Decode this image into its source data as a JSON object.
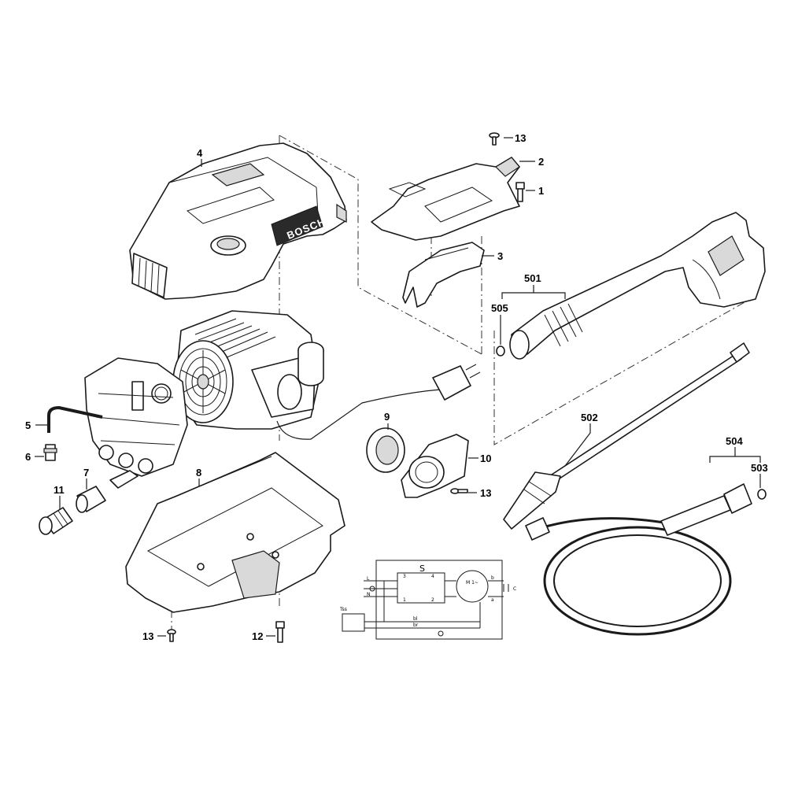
{
  "brand_text": "BOSCH",
  "callouts": [
    {
      "id": "c1",
      "label": "1"
    },
    {
      "id": "c2",
      "label": "2"
    },
    {
      "id": "c3",
      "label": "3"
    },
    {
      "id": "c4",
      "label": "4"
    },
    {
      "id": "c5",
      "label": "5"
    },
    {
      "id": "c6",
      "label": "6"
    },
    {
      "id": "c7",
      "label": "7"
    },
    {
      "id": "c8",
      "label": "8"
    },
    {
      "id": "c9",
      "label": "9"
    },
    {
      "id": "c10",
      "label": "10"
    },
    {
      "id": "c11",
      "label": "11"
    },
    {
      "id": "c12",
      "label": "12"
    },
    {
      "id": "c13a",
      "label": "13"
    },
    {
      "id": "c13b",
      "label": "13"
    },
    {
      "id": "c13c",
      "label": "13"
    },
    {
      "id": "c501",
      "label": "501"
    },
    {
      "id": "c502",
      "label": "502"
    },
    {
      "id": "c503",
      "label": "503"
    },
    {
      "id": "c504",
      "label": "504"
    },
    {
      "id": "c505",
      "label": "505"
    }
  ],
  "wiring": {
    "switch_label": "S",
    "thermo_label": "Tss",
    "capacitor_label": "C",
    "motor_label": "M 1~",
    "terminals": [
      "L",
      "N",
      "1",
      "2",
      "3",
      "4",
      "b",
      "a",
      "bl",
      "br"
    ]
  },
  "colors": {
    "line": "#1a1a1a",
    "shade": "#d9d9d9",
    "background": "#ffffff"
  }
}
